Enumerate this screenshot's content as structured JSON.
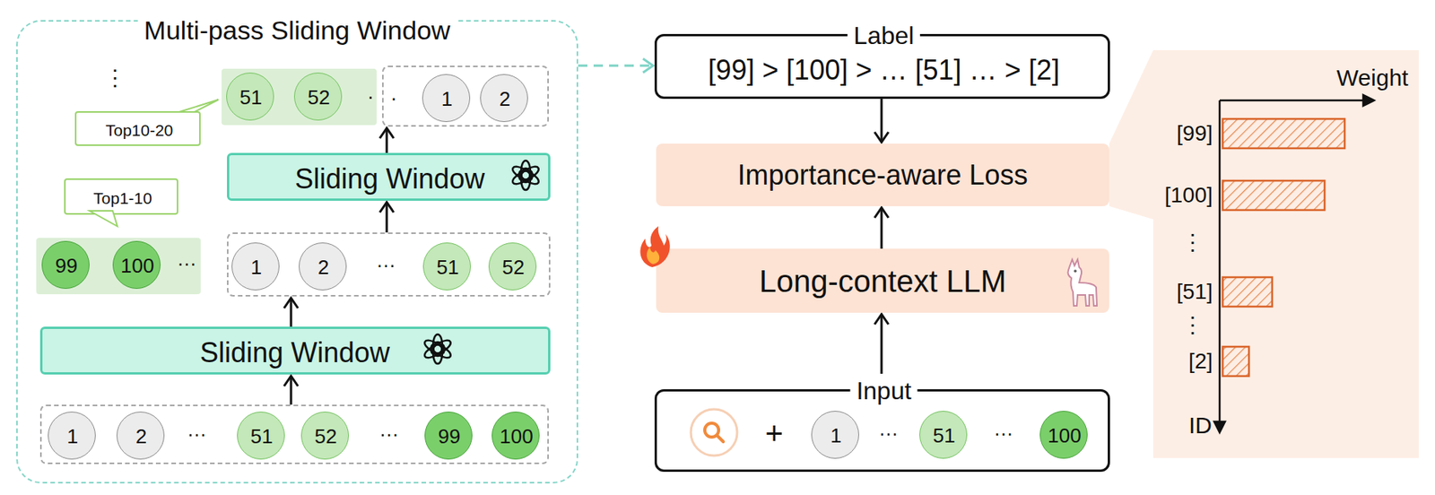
{
  "diagram": {
    "nodes": [
      {
        "text": [
          "Multi-pass Sliding Window"
        ]
      },
      {
        "text": [
          "…",
          "…"
        ],
        "in": 0
      },
      {
        "text": [
          "1"
        ],
        "in": 1
      },
      {
        "text": [
          "2"
        ],
        "in": 1
      },
      {
        "text": [
          "51"
        ],
        "in": 1
      },
      {
        "text": [
          "52"
        ],
        "in": 1
      },
      {
        "text": [
          "99"
        ],
        "in": 1
      },
      {
        "text": [
          "100"
        ],
        "in": 1
      },
      {
        "text": [
          "Sliding Window"
        ],
        "in": 0
      },
      {
        "text": [
          "…"
        ],
        "in": 0
      },
      {
        "text": [
          "99"
        ],
        "in": 9
      },
      {
        "text": [
          "100"
        ],
        "in": 9
      },
      {
        "text": [
          "…"
        ],
        "in": 0
      },
      {
        "text": [
          "1"
        ],
        "in": 12
      },
      {
        "text": [
          "2"
        ],
        "in": 12
      },
      {
        "text": [
          "51"
        ],
        "in": 12
      },
      {
        "text": [
          "52"
        ],
        "in": 12
      },
      {
        "text": [
          "Top1-10"
        ],
        "in": 0
      },
      {
        "text": [
          "Sliding Window"
        ],
        "in": 0
      },
      {
        "text": [
          "·"
        ],
        "in": 0
      },
      {
        "text": [
          "51"
        ],
        "in": 19
      },
      {
        "text": [
          "52"
        ],
        "in": 19
      },
      {
        "text": [
          "·"
        ],
        "in": 0
      },
      {
        "text": [
          "1"
        ],
        "in": 22
      },
      {
        "text": [
          "2"
        ],
        "in": 22
      },
      {
        "text": [
          "Top10-20"
        ],
        "in": 0
      },
      {
        "text": [
          "Label",
          "[99] > [100] > … [51] … > [2]"
        ]
      },
      {
        "text": [
          "Importance-aware Loss"
        ]
      },
      {
        "text": [
          "Long-context LLM"
        ]
      },
      {
        "text": [
          "Input",
          "+",
          "…",
          "…"
        ]
      },
      {
        "text": [
          "1"
        ],
        "in": 29
      },
      {
        "text": [
          "51"
        ],
        "in": 29
      },
      {
        "text": [
          "100"
        ],
        "in": 29
      }
    ],
    "edges": [
      {
        "from": 1,
        "to": 8,
        "arrow": "to"
      },
      {
        "from": 8,
        "to": 12,
        "arrow": "to"
      },
      {
        "from": 12,
        "to": 18,
        "arrow": "to"
      },
      {
        "from": 18,
        "to": 22,
        "arrow": "to"
      },
      {
        "from": 0,
        "to": 26,
        "arrow": "to"
      },
      {
        "from": 26,
        "to": 27,
        "arrow": "to"
      },
      {
        "from": 28,
        "to": 27,
        "arrow": "to"
      },
      {
        "from": 29,
        "to": 28,
        "arrow": "to"
      }
    ],
    "labels": [
      "⋮",
      "Weight",
      "[99]",
      "[100]",
      "⋮",
      "[51]",
      "⋮",
      "[2]",
      "ID"
    ]
  }
}
